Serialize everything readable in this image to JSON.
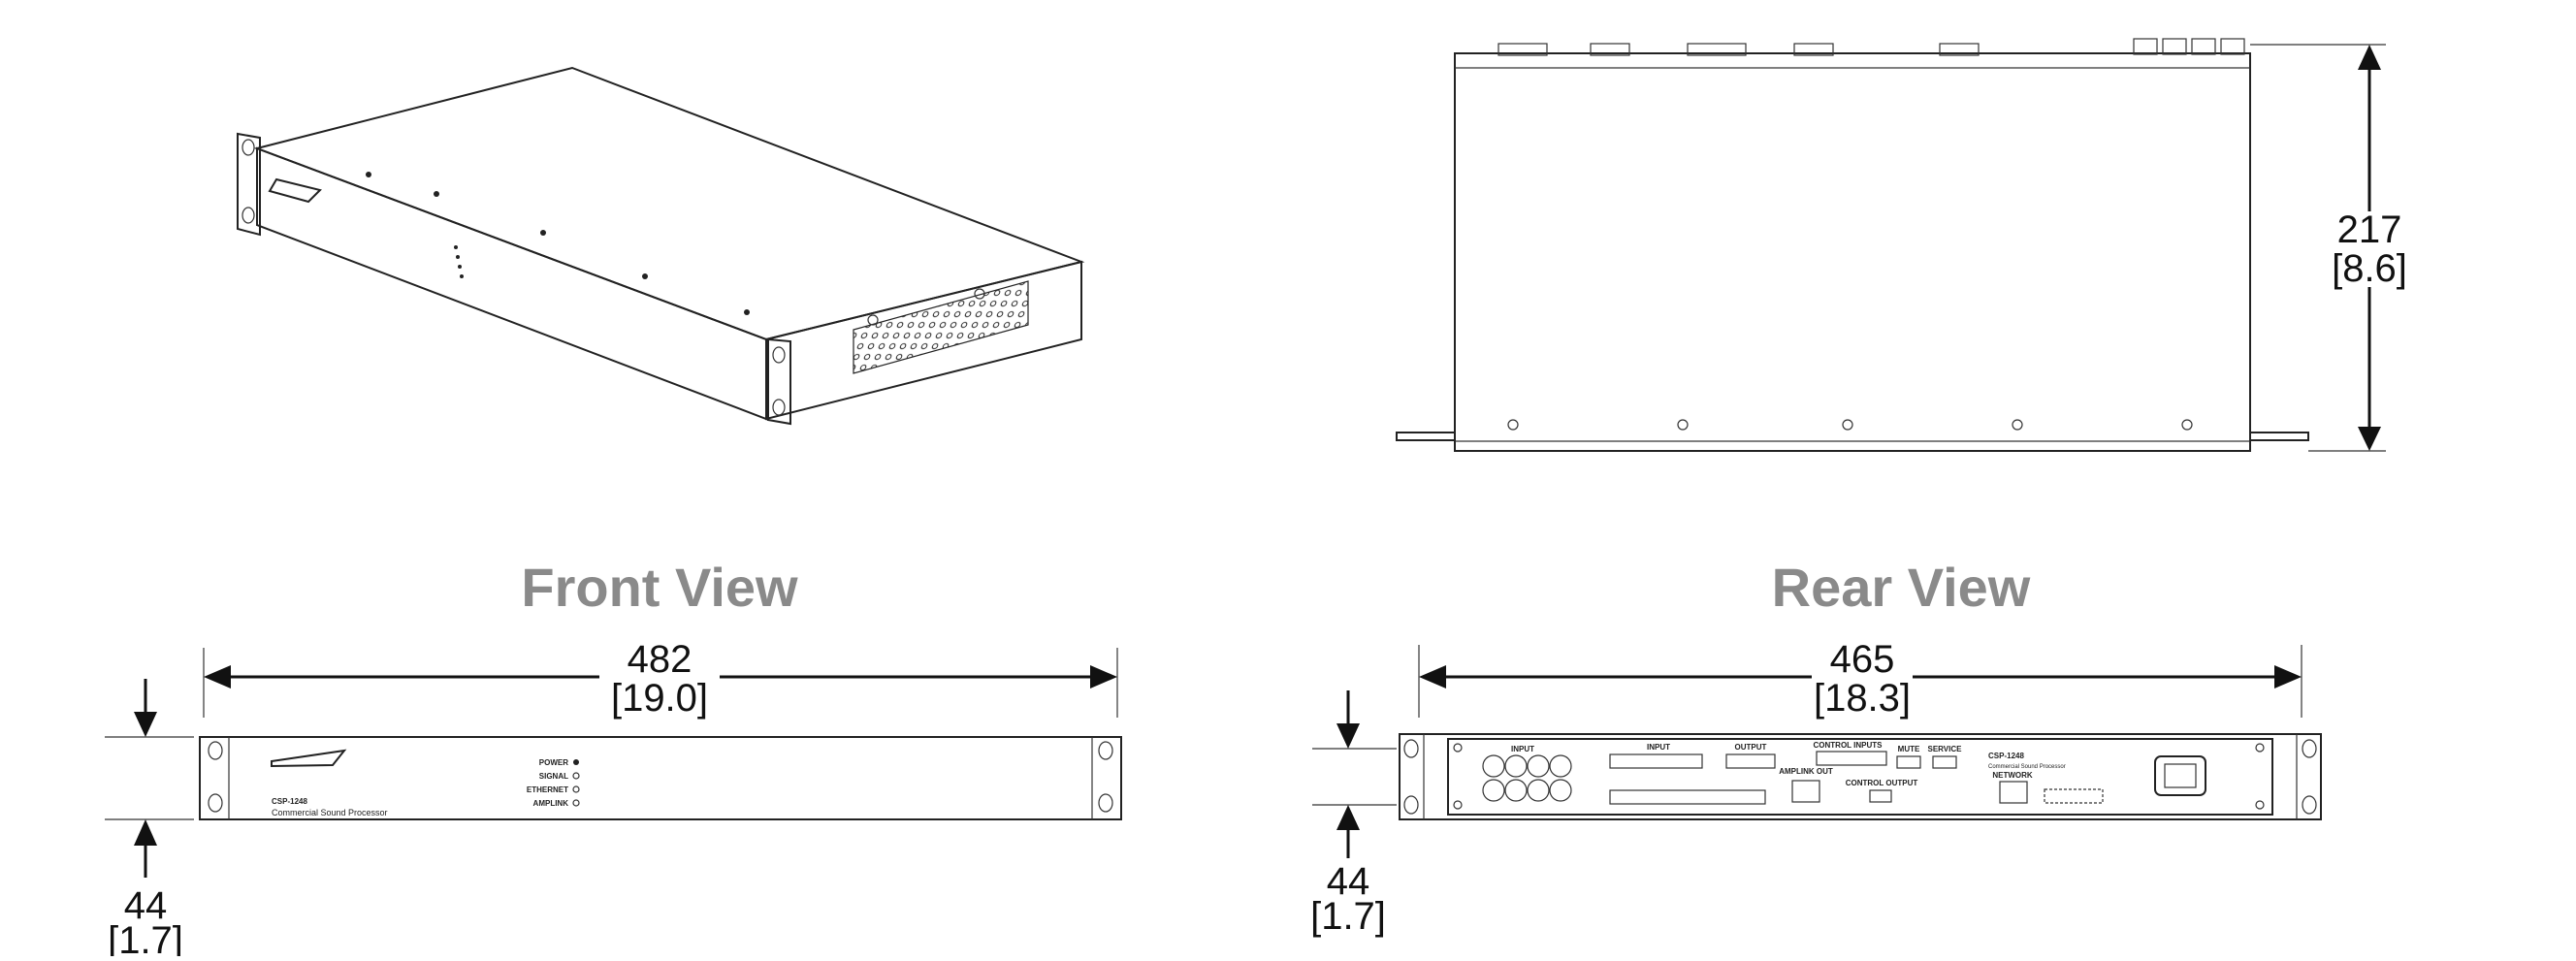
{
  "views": {
    "front": {
      "title": "Front View"
    },
    "rear": {
      "title": "Rear View"
    }
  },
  "dimensions": {
    "front_width": {
      "mm": "482",
      "in": "[19.0]"
    },
    "front_height": {
      "mm": "44",
      "in": "[1.7]"
    },
    "rear_width": {
      "mm": "465",
      "in": "[18.3]"
    },
    "rear_height": {
      "mm": "44",
      "in": "[1.7]"
    },
    "depth": {
      "mm": "217",
      "in": "[8.6]"
    }
  },
  "front_panel": {
    "model": "CSP-1248",
    "subtitle": "Commercial Sound Processor",
    "indicators": [
      "POWER",
      "SIGNAL",
      "ETHERNET",
      "AMPLINK"
    ]
  },
  "rear_panel": {
    "labels": {
      "input_rca": "INPUT",
      "input_terminal": "INPUT",
      "output": "OUTPUT",
      "control_inputs": "CONTROL INPUTS",
      "mute": "MUTE",
      "service": "SERVICE",
      "amplink_out": "AMPLINK OUT",
      "control_output": "CONTROL OUTPUT",
      "network": "NETWORK",
      "model": "CSP-1248",
      "subtitle": "Commercial Sound Processor"
    }
  },
  "icons": [
    "arrow-left-icon",
    "arrow-right-icon",
    "arrow-up-icon",
    "arrow-down-icon",
    "screw-icon",
    "iec-power-inlet-icon",
    "ethernet-port-icon"
  ]
}
